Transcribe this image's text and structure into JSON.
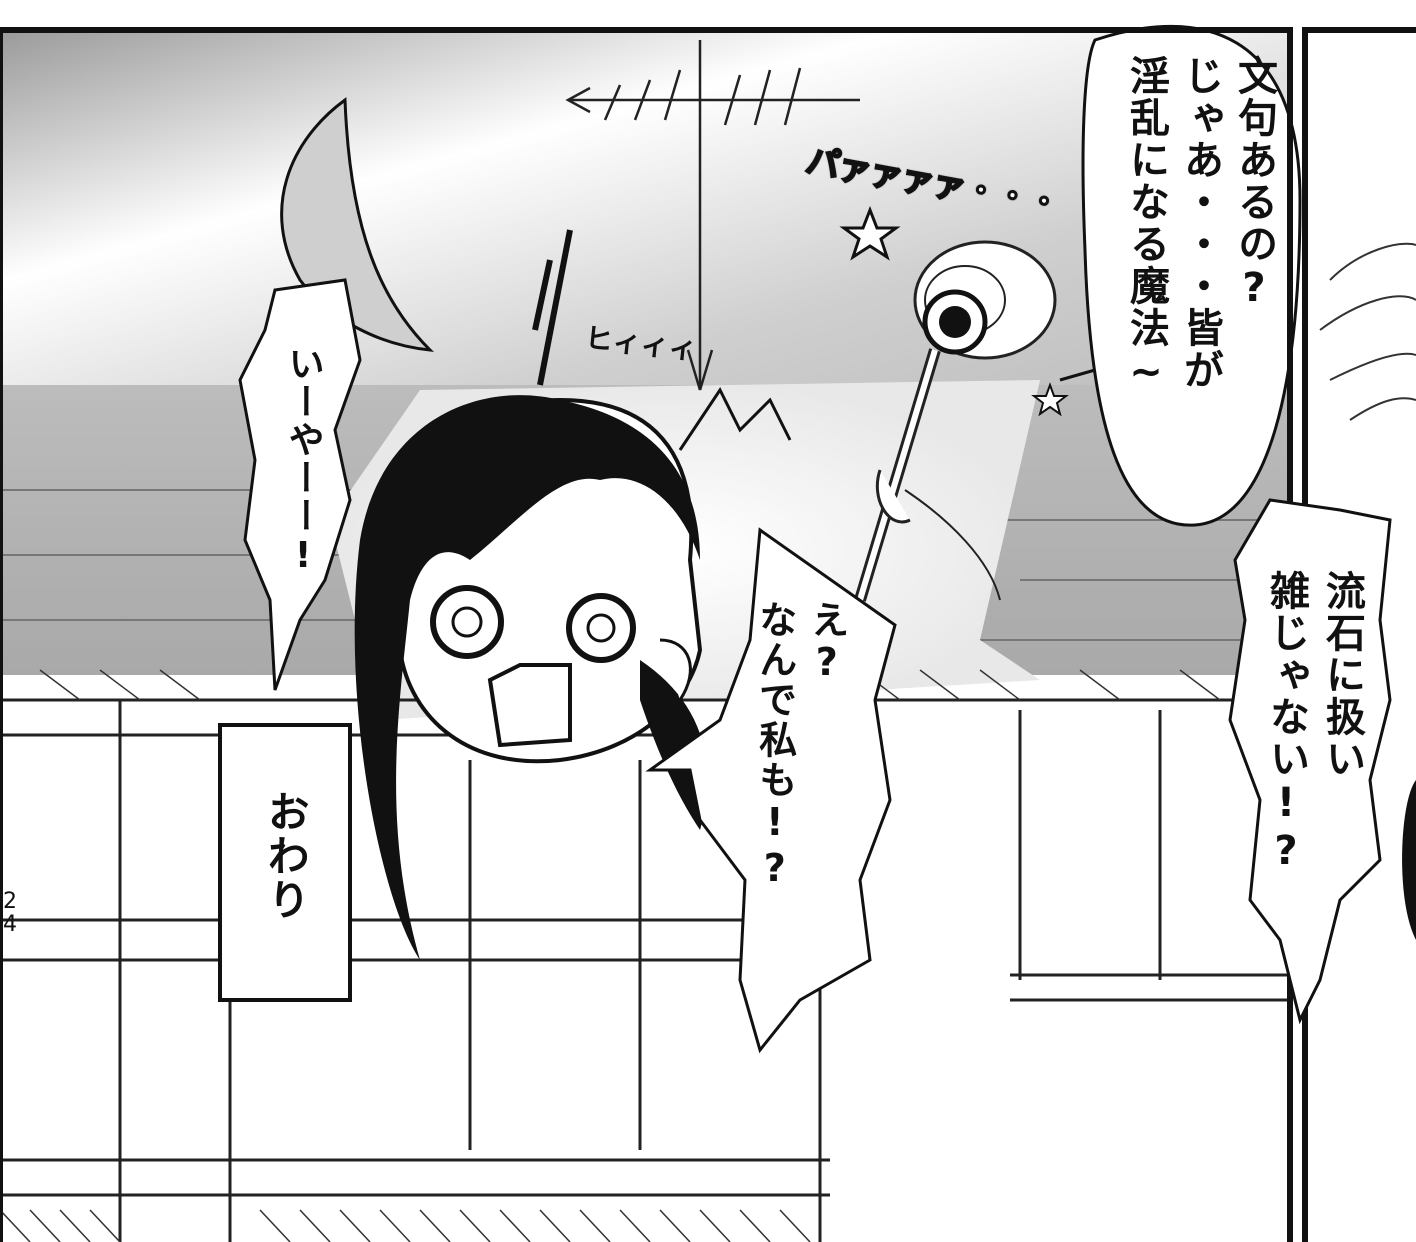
{
  "panels": {
    "main": {
      "bubbles": {
        "caster_line1": "文句あるの?",
        "caster_line2": "じゃあ・・・皆が",
        "caster_line3": "淫乱になる魔法~",
        "girl_scream": "いーやーー!",
        "girl_reply_line1": "え?",
        "girl_reply_line2": "なんで私も!?",
        "end_caption": "おわり"
      },
      "sfx": {
        "magic_sound": "パァァァァ・・・",
        "startle_sound": "ヒィィィ"
      },
      "page_number": "24"
    },
    "right": {
      "bubbles": {
        "offscreen_line1": "流石に扱い",
        "offscreen_line2": "雑じゃない!?"
      }
    }
  }
}
